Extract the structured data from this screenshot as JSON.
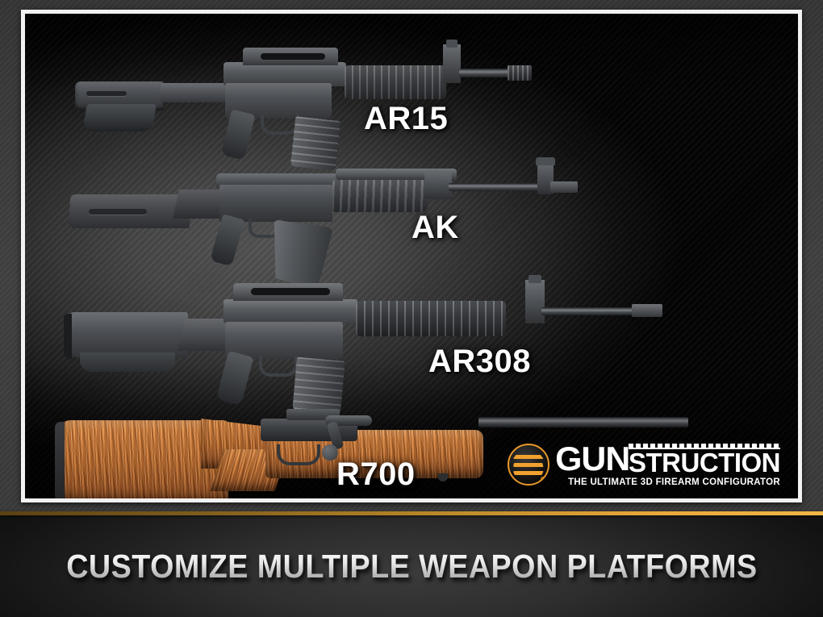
{
  "slide": {
    "weapon_labels": [
      {
        "id": "ar15",
        "text": "AR15"
      },
      {
        "id": "ak",
        "text": "AK"
      },
      {
        "id": "ar308",
        "text": "AR308"
      },
      {
        "id": "r700",
        "text": "R700"
      }
    ]
  },
  "logo": {
    "word_primary": "GUN",
    "word_secondary": "STRUCTION",
    "tagline": "THE ULTIMATE 3D FIREARM CONFIGURATOR",
    "mark_icon": "gunstruction-circle-logo-icon",
    "accent_color": "#e8972a"
  },
  "caption": {
    "text": "CUSTOMIZE MULTIPLE WEAPON PLATFORMS"
  },
  "theme": {
    "divider_gold": "#e8a93a",
    "frame_border": "#f2f2f2",
    "background_dark": "#0b0b0b",
    "label_color": "#fdfdfd"
  }
}
